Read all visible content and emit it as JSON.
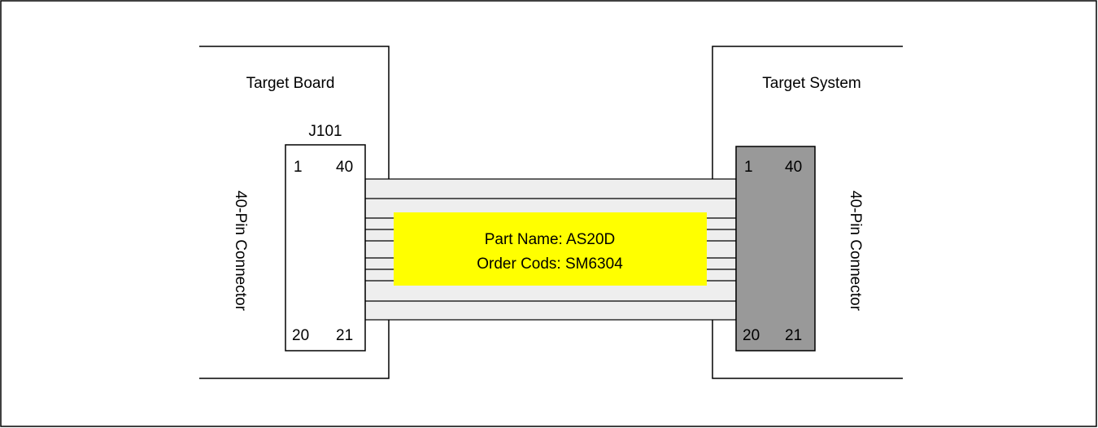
{
  "left_board": {
    "title": "Target Board",
    "connector_ref": "J101",
    "connector_label": "40-Pin Connector",
    "pins": {
      "top_left": "1",
      "top_right": "40",
      "bottom_left": "20",
      "bottom_right": "21"
    }
  },
  "right_board": {
    "title": "Target System",
    "connector_label": "40-Pin Connector",
    "pins": {
      "top_left": "1",
      "top_right": "40",
      "bottom_left": "20",
      "bottom_right": "21"
    }
  },
  "cable_label": {
    "line1": "Part Name: AS20D",
    "line2": "Order Cods: SM6304"
  },
  "colors": {
    "cable_fill": "#eeeeee",
    "label_fill": "#ffff00",
    "right_connector_fill": "#999999",
    "left_connector_fill": "#ffffff",
    "stroke": "#000000"
  }
}
